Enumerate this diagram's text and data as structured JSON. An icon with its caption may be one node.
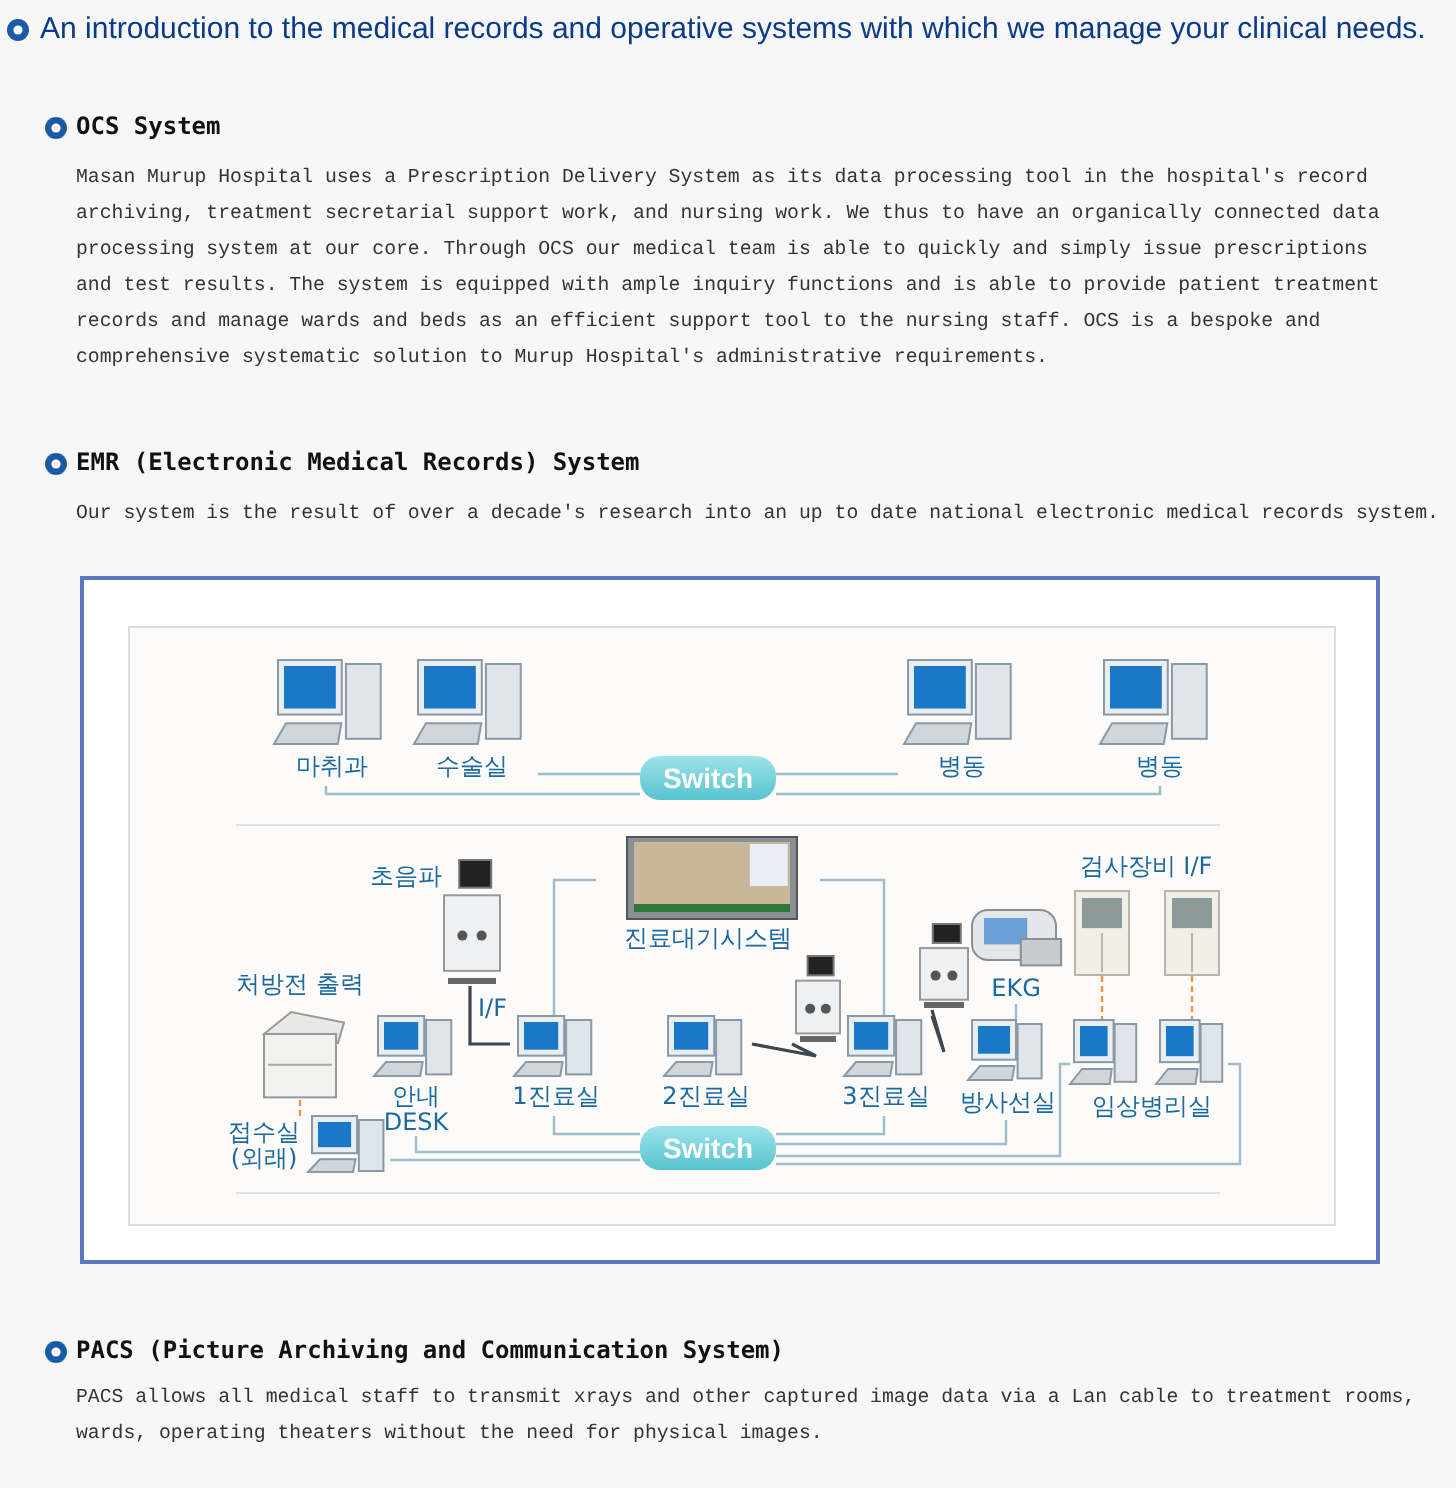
{
  "diagram": {
    "title": "An introduction to the medical records and operative systems with which we manage your clinical needs.",
    "nodes": [
      {
        "text": [
          "마취과"
        ]
      },
      {
        "text": [
          "수술실"
        ]
      },
      {
        "text": [
          "Switch"
        ]
      },
      {
        "text": [
          "병동"
        ]
      },
      {
        "text": [
          "병동"
        ]
      },
      {
        "text": [
          "초음파"
        ]
      },
      {
        "text": [
          "진료대기시스템"
        ]
      },
      {
        "text": [],
        "shape": "picture"
      },
      {
        "text": [],
        "shape": "picture"
      },
      {
        "text": [
          "처방전 출력"
        ]
      },
      {
        "text": [],
        "shape": "picture"
      },
      {
        "text": [
          "EKG"
        ]
      },
      {
        "text": [],
        "shape": "picture"
      },
      {
        "text": [
          "안내 DESK"
        ]
      },
      {
        "text": [
          "1진료실"
        ]
      },
      {
        "text": [
          "2진료실"
        ]
      },
      {
        "text": [
          "3진료실"
        ]
      },
      {
        "text": [
          "방사선실"
        ]
      },
      {
        "text": [],
        "shape": "picture"
      },
      {
        "text": [],
        "shape": "picture"
      },
      {
        "text": [
          "접수실 (외래)"
        ]
      },
      {
        "text": [
          "Switch"
        ]
      }
    ],
    "edges": [
      {
        "from": 0,
        "to": 2,
        "arrow": "none"
      },
      {
        "from": 1,
        "to": 2,
        "arrow": "none"
      },
      {
        "from": 2,
        "to": 3,
        "arrow": "none"
      },
      {
        "from": 2,
        "to": 4,
        "arrow": "none"
      },
      {
        "from": 6,
        "to": 14,
        "arrow": "none"
      },
      {
        "from": 6,
        "to": 16,
        "arrow": "none"
      },
      {
        "from": 5,
        "to": 14,
        "arrow": "none",
        "label": "I/F",
        "color": "#3a4650"
      },
      {
        "from": 12,
        "to": 15,
        "arrow": "none",
        "color": "#3a4650"
      },
      {
        "from": 10,
        "to": 16,
        "arrow": "none",
        "color": "#3a4650"
      },
      {
        "from": 11,
        "to": 17,
        "arrow": "none"
      },
      {
        "from": 9,
        "to": 20,
        "arrow": "none",
        "style": "dashed",
        "color": "#f0964a"
      },
      {
        "from": 7,
        "to": 18,
        "arrow": "none",
        "style": "dashed",
        "color": "#f0964a"
      },
      {
        "from": 8,
        "to": 19,
        "arrow": "none",
        "style": "dashed",
        "color": "#f0964a"
      },
      {
        "from": 14,
        "to": 21,
        "arrow": "none"
      },
      {
        "from": 16,
        "to": 21,
        "arrow": "none"
      },
      {
        "from": 13,
        "to": 21,
        "arrow": "none"
      },
      {
        "from": 17,
        "to": 21,
        "arrow": "none"
      },
      {
        "from": 18,
        "to": 21,
        "arrow": "none"
      },
      {
        "from": 19,
        "to": 21,
        "arrow": "none"
      },
      {
        "from": 20,
        "to": 21,
        "arrow": "none"
      }
    ],
    "labels": [
      "OCS System",
      "Masan Murup Hospital uses a Prescription Delivery System as its data processing tool in the hospital's record archiving, treatment secretarial support work, and nursing work. We thus to have an organically connected data processing system at our core. Through OCS our medical team is able to quickly and simply issue prescriptions and test results. The system is equipped with ample inquiry functions and is able to provide patient treatment records and manage wards and beds as an efficient support tool to the nursing staff. OCS is a bespoke and comprehensive systematic solution to Murup Hospital's administrative requirements.",
      "EMR (Electronic Medical Records) System",
      "Our system is the result of over a decade's research into an up to date national electronic medical records system.",
      "검사장비 I/F",
      "임상병리실",
      "PACS (Picture Archiving and Communication System)",
      "PACS allows all medical staff to transmit xrays and other captured image data via a Lan cable to treatment rooms, wards, operating theaters without the need for physical images."
    ]
  }
}
